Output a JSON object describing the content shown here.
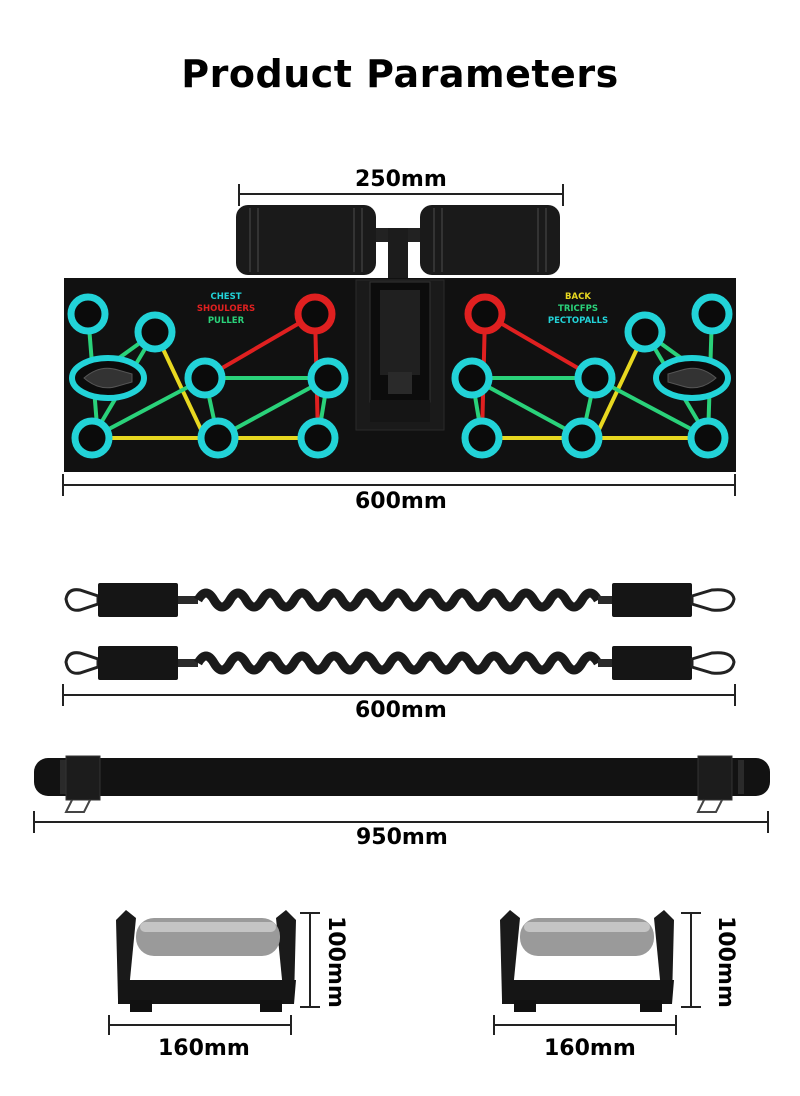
{
  "page": {
    "title": "Product Parameters"
  },
  "board": {
    "handle_width_label": "250mm",
    "board_width_label": "600mm",
    "left_legend": [
      "CHEST",
      "SHOULOERS",
      "PULLER"
    ],
    "right_legend": [
      "BACK",
      "TRICFPS",
      "PECTOPALLS"
    ],
    "colors": {
      "cyan": "#22d3d8",
      "red": "#e02020",
      "yellow": "#e8d820",
      "green": "#2ad27a",
      "board": "#111111"
    }
  },
  "bands": {
    "length_label": "600mm"
  },
  "bar": {
    "length_label": "950mm"
  },
  "handles": {
    "left": {
      "width_label": "160mm",
      "height_label": "100mm"
    },
    "right": {
      "width_label": "160mm",
      "height_label": "100mm"
    }
  }
}
